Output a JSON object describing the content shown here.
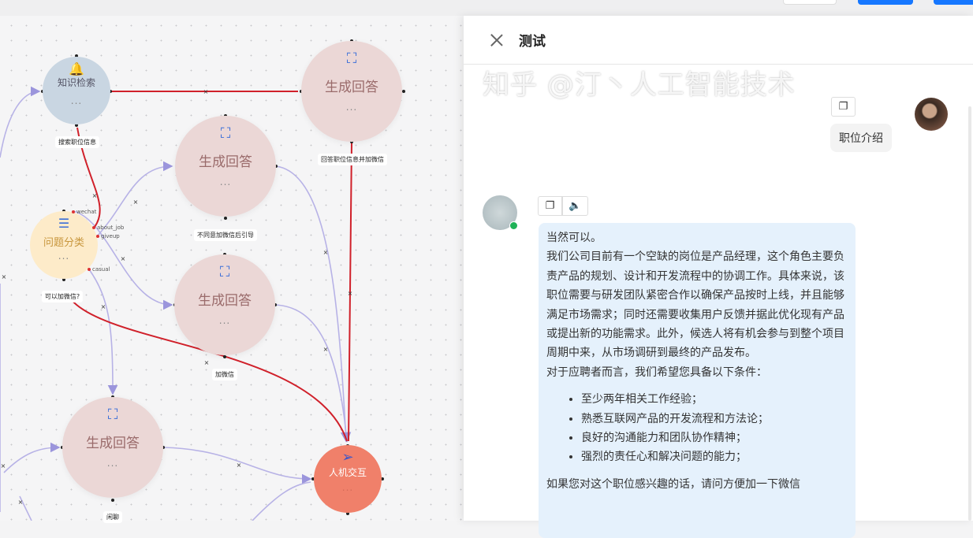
{
  "colors": {
    "accent": "#1677ff",
    "edge_active": "#d0202a",
    "edge_default": "#b7b2e6",
    "generate_node": "#ebd7d6",
    "retrieval_node": "#c9d6e2",
    "classify_node": "#fdebc9",
    "interaction_node": "#f0806a"
  },
  "canvas": {
    "nodes": {
      "retrieval": {
        "title": "知识检索",
        "more": "...",
        "icon": "bell-rocket-icon"
      },
      "generate_a": {
        "title": "生成回答",
        "more": "...",
        "icon": "generate-icon"
      },
      "generate_b": {
        "title": "生成回答",
        "more": "...",
        "icon": "generate-icon"
      },
      "generate_c": {
        "title": "生成回答",
        "more": "...",
        "icon": "generate-icon"
      },
      "generate_d": {
        "title": "生成回答",
        "more": "...",
        "icon": "generate-icon"
      },
      "classify": {
        "title": "问题分类",
        "more": "...",
        "icon": "list-icon",
        "ports": [
          "wechat",
          "about_job",
          "giveup",
          "casual"
        ]
      },
      "interaction": {
        "title": "人机交互",
        "more": "...",
        "icon": "send-icon"
      }
    },
    "edge_labels": {
      "search_job": "搜索职位信息",
      "answer_job_wechat": "回答职位信息并加微信",
      "refuse_guide": "不同意加微信后引导",
      "can_add_wechat": "可以加微信?",
      "add_wechat": "加微信",
      "chat": "闲聊"
    },
    "edge_delete": "×"
  },
  "panel": {
    "title": "测试",
    "user_message": "职位介绍",
    "bot_message": {
      "paragraphs": [
        "当然可以。",
        "我们公司目前有一个空缺的岗位是产品经理，这个角色主要负责产品的规划、设计和开发流程中的协调工作。具体来说，该职位需要与研发团队紧密合作以确保产品按时上线，并且能够满足市场需求；同时还需要收集用户反馈并据此优化现有产品或提出新的功能需求。此外，候选人将有机会参与到整个项目周期中来，从市场调研到最终的产品发布。",
        "对于应聘者而言，我们希望您具备以下条件："
      ],
      "bullets": [
        "至少两年相关工作经验；",
        "熟悉互联网产品的开发流程和方法论；",
        "良好的沟通能力和团队协作精神；",
        "强烈的责任心和解决问题的能力；"
      ],
      "closing": "如果您对这个职位感兴趣的话，请问方便加一下微信"
    }
  },
  "watermark": "知乎 @汀丶人工智能技术"
}
